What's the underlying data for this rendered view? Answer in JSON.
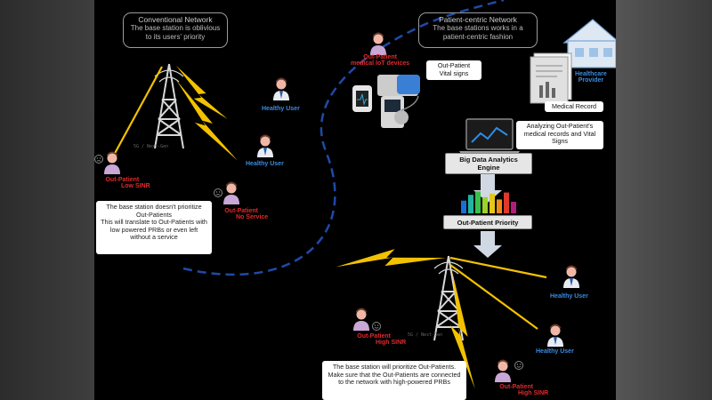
{
  "left_panel": {
    "header_title": "Conventional Network",
    "header_sub": "The base station is oblivious to its users' priority",
    "tower_caption": "5G / Next-Gen",
    "users": [
      {
        "label": "Healthy User"
      },
      {
        "label": "Healthy User"
      }
    ],
    "out_patient_low": {
      "line1": "Out-Patient",
      "line2": "Low SINR"
    },
    "out_patient_none": {
      "line1": "Out-Patient",
      "line2": "No Service"
    },
    "note": "The base station doesn't prioritize Out-Patients\nThis will translate to Out-Patients with low powered PRBs or even left without a service"
  },
  "right_panel": {
    "header_title": "Patient-centric Network",
    "header_sub": "The base stations works in a patient-centric fashion",
    "devices_label": {
      "line1": "Out-Patient",
      "line2": "medical IoT devices"
    },
    "vitals_label": "Out-Patient\nVital signs",
    "provider_label": "Healthcare\nProvider",
    "medical_record": "Medical Record",
    "analyzing": "Analyzing Out-Patient's medical records and Vital Signs",
    "engine": "Big Data Analytics\nEngine",
    "priority": "Out-Patient Priority",
    "tower_caption": "5G / Next-Gen",
    "users": [
      {
        "label": "Healthy User"
      },
      {
        "label": "Healthy User"
      }
    ],
    "out_patient_high_1": {
      "line1": "Out-Patient",
      "line2": "High SINR"
    },
    "out_patient_high_2": {
      "line1": "Out-Patient",
      "line2": "High SINR"
    },
    "note": "The base station will prioritize Out-Patients. Make sure that the Out-Patients are connected to the network with high-powered PRBs"
  },
  "colors": {
    "background": "#000000",
    "bolt": "#f2c200",
    "blue_label": "#3a8be0",
    "red_label": "#e02a2a",
    "divider": "#1f4aa8",
    "bars": [
      "#1a6fd6",
      "#1fb5a0",
      "#39c04a",
      "#9bd32a",
      "#e6c618",
      "#ef8a19",
      "#e0382a",
      "#b01d7a"
    ]
  },
  "chart_bars": [
    0.55,
    0.8,
    0.95,
    0.7,
    0.85,
    0.6,
    0.9,
    0.5
  ]
}
